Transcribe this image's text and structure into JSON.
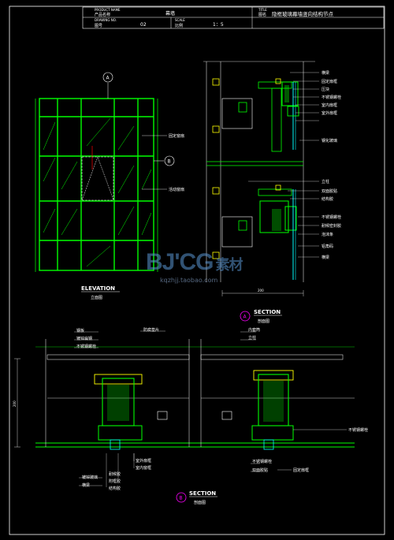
{
  "title_block": {
    "product_name_en": "PRODUCT NAME",
    "product_name_cn": "产品名称",
    "product_value": "幕墙",
    "title_en": "TITLE",
    "title_cn": "图名",
    "title_value": "隐框玻璃幕墙竖向结构节点",
    "drawing_no_en": "DRAWING NO.",
    "drawing_no_cn": "图号",
    "drawing_no_value": "02",
    "scale_en": "SCALE",
    "scale_cn": "比例",
    "scale_value": "1：5"
  },
  "elevation": {
    "title_en": "ELEVATION",
    "title_cn": "立面图",
    "label_fixed_window": "固定窗扇",
    "label_open_window": "活动窗扇",
    "marker_a": "A",
    "marker_b": "B"
  },
  "section_a": {
    "title_en": "SECTION",
    "title_cn": "剖面图",
    "marker": "A",
    "dim_bottom": "200",
    "labels": [
      "横梁",
      "固定扇框",
      "压块",
      "不锈钢螺栓",
      "室内扇框",
      "室外扇框",
      "钢化玻璃",
      "立柱",
      "双面胶贴",
      "结构胶",
      "不锈钢螺栓",
      "耐候密封胶",
      "泡沫条",
      "铝角码",
      "横梁"
    ]
  },
  "section_b": {
    "title_en": "SECTION",
    "title_cn": "剖面图",
    "marker": "B",
    "dim_left": "200",
    "labels_left": [
      "钢板",
      "镀锌扁钢",
      "不锈钢螺栓"
    ],
    "label_top": "防腐垫片",
    "labels_bottom_left": [
      "镀锌玻璃",
      "横梁",
      "耐候胶",
      "附框胶",
      "结构胶"
    ],
    "labels_bottom_mid": [
      "室外扇框",
      "室内窗框"
    ],
    "labels_right": [
      "内套筒",
      "立柱",
      "不锈钢螺栓"
    ],
    "labels_bottom_right": [
      "不锈钢螺栓",
      "双面胶贴",
      "固定扇框"
    ]
  },
  "watermark": {
    "logo": "BJ'CG",
    "logo_cn": "素材",
    "url": "kqzhjj.taobao.com"
  },
  "colors": {
    "background": "#000000",
    "frame": "#ffffff",
    "primary": "#00ff00",
    "secondary": "#00ffff",
    "accent_yellow": "#ffff00",
    "accent_magenta": "#ff00ff",
    "accent_red": "#ff0000",
    "text": "#ffffff"
  }
}
